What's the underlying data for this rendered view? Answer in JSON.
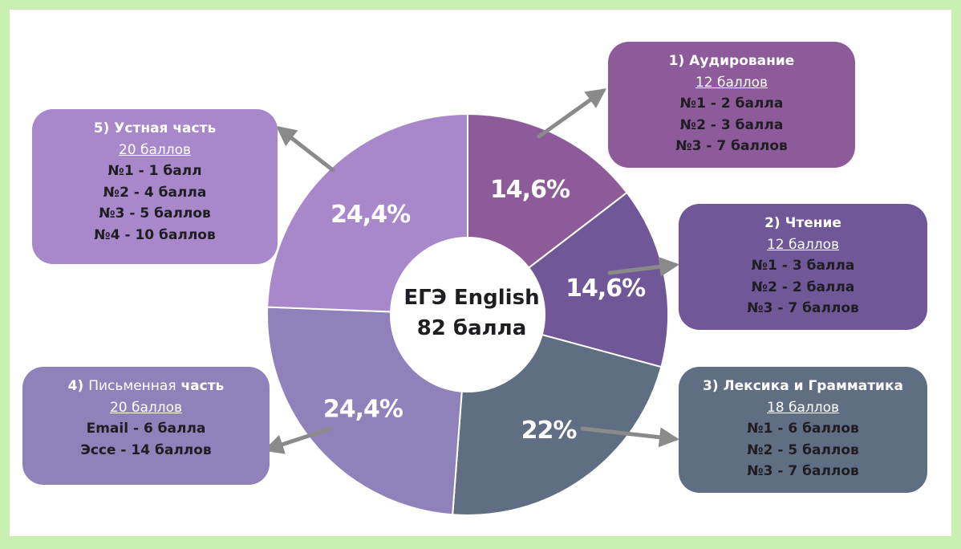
{
  "chart_data": {
    "type": "pie",
    "title": "ЕГЭ English 82 балла",
    "categories": [
      "1) Аудирование",
      "2) Чтение",
      "3) Лексика и Грамматика",
      "4) Письменная часть",
      "5) Устная часть"
    ],
    "values": [
      14.6,
      14.6,
      22,
      24.4,
      24.4
    ],
    "labels": [
      "14,6%",
      "14,6%",
      "22%",
      "24,4%",
      "24,4%"
    ],
    "colors": [
      "#8d5b9a",
      "#6f5798",
      "#5f6e83",
      "#8f82ba",
      "#a888cb"
    ]
  },
  "center": {
    "line1": "ЕГЭ English",
    "line2": "82 балла"
  },
  "boxes": [
    {
      "title": "1) Аудирование",
      "points": "12 баллов",
      "rows": [
        "№1 - 2 балла",
        "№2 - 3 балла",
        "№3 - 7 баллов"
      ],
      "color": "#8d5b9a"
    },
    {
      "title": "2) Чтение",
      "points": "12 баллов",
      "rows": [
        "№1 - 3 балла",
        "№2 - 2 балла",
        "№3 - 7 баллов"
      ],
      "color": "#6f5798"
    },
    {
      "title": "3) Лексика и Грамматика",
      "points": "18 баллов",
      "rows": [
        "№1 - 6 баллов",
        "№2 - 5 баллов",
        "№3 - 7 баллов"
      ],
      "color": "#5f6e83"
    },
    {
      "title_prefix": "4) ",
      "title_thin": "Письменная",
      "title_suffix": " часть",
      "points": "20 баллов",
      "rows": [
        "Email - 6 балла",
        "Эссе - 14 баллов"
      ],
      "color": "#8f82ba"
    },
    {
      "title": "5) Устная часть",
      "points": "20 баллов",
      "rows": [
        "№1 - 1 балл",
        "№2 - 4 балла",
        "№3 - 5 баллов",
        "№4 - 10 баллов"
      ],
      "color": "#a888cb"
    }
  ]
}
